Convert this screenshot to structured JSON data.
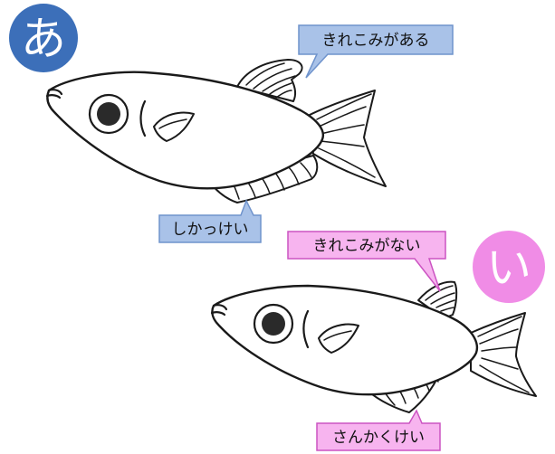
{
  "colors": {
    "blue_badge": "#3c6fb9",
    "blue_label_fill": "#a9c2e8",
    "blue_label_stroke": "#6f93cc",
    "pink_badge": "#f08ce6",
    "pink_label_fill": "#f7b4ef",
    "pink_label_stroke": "#cc54c2"
  },
  "fish_a": {
    "badge": "あ",
    "dorsal_label": "きれこみがある",
    "anal_label": "しかっけい"
  },
  "fish_i": {
    "badge": "い",
    "dorsal_label": "きれこみがない",
    "anal_label": "さんかくけい"
  }
}
